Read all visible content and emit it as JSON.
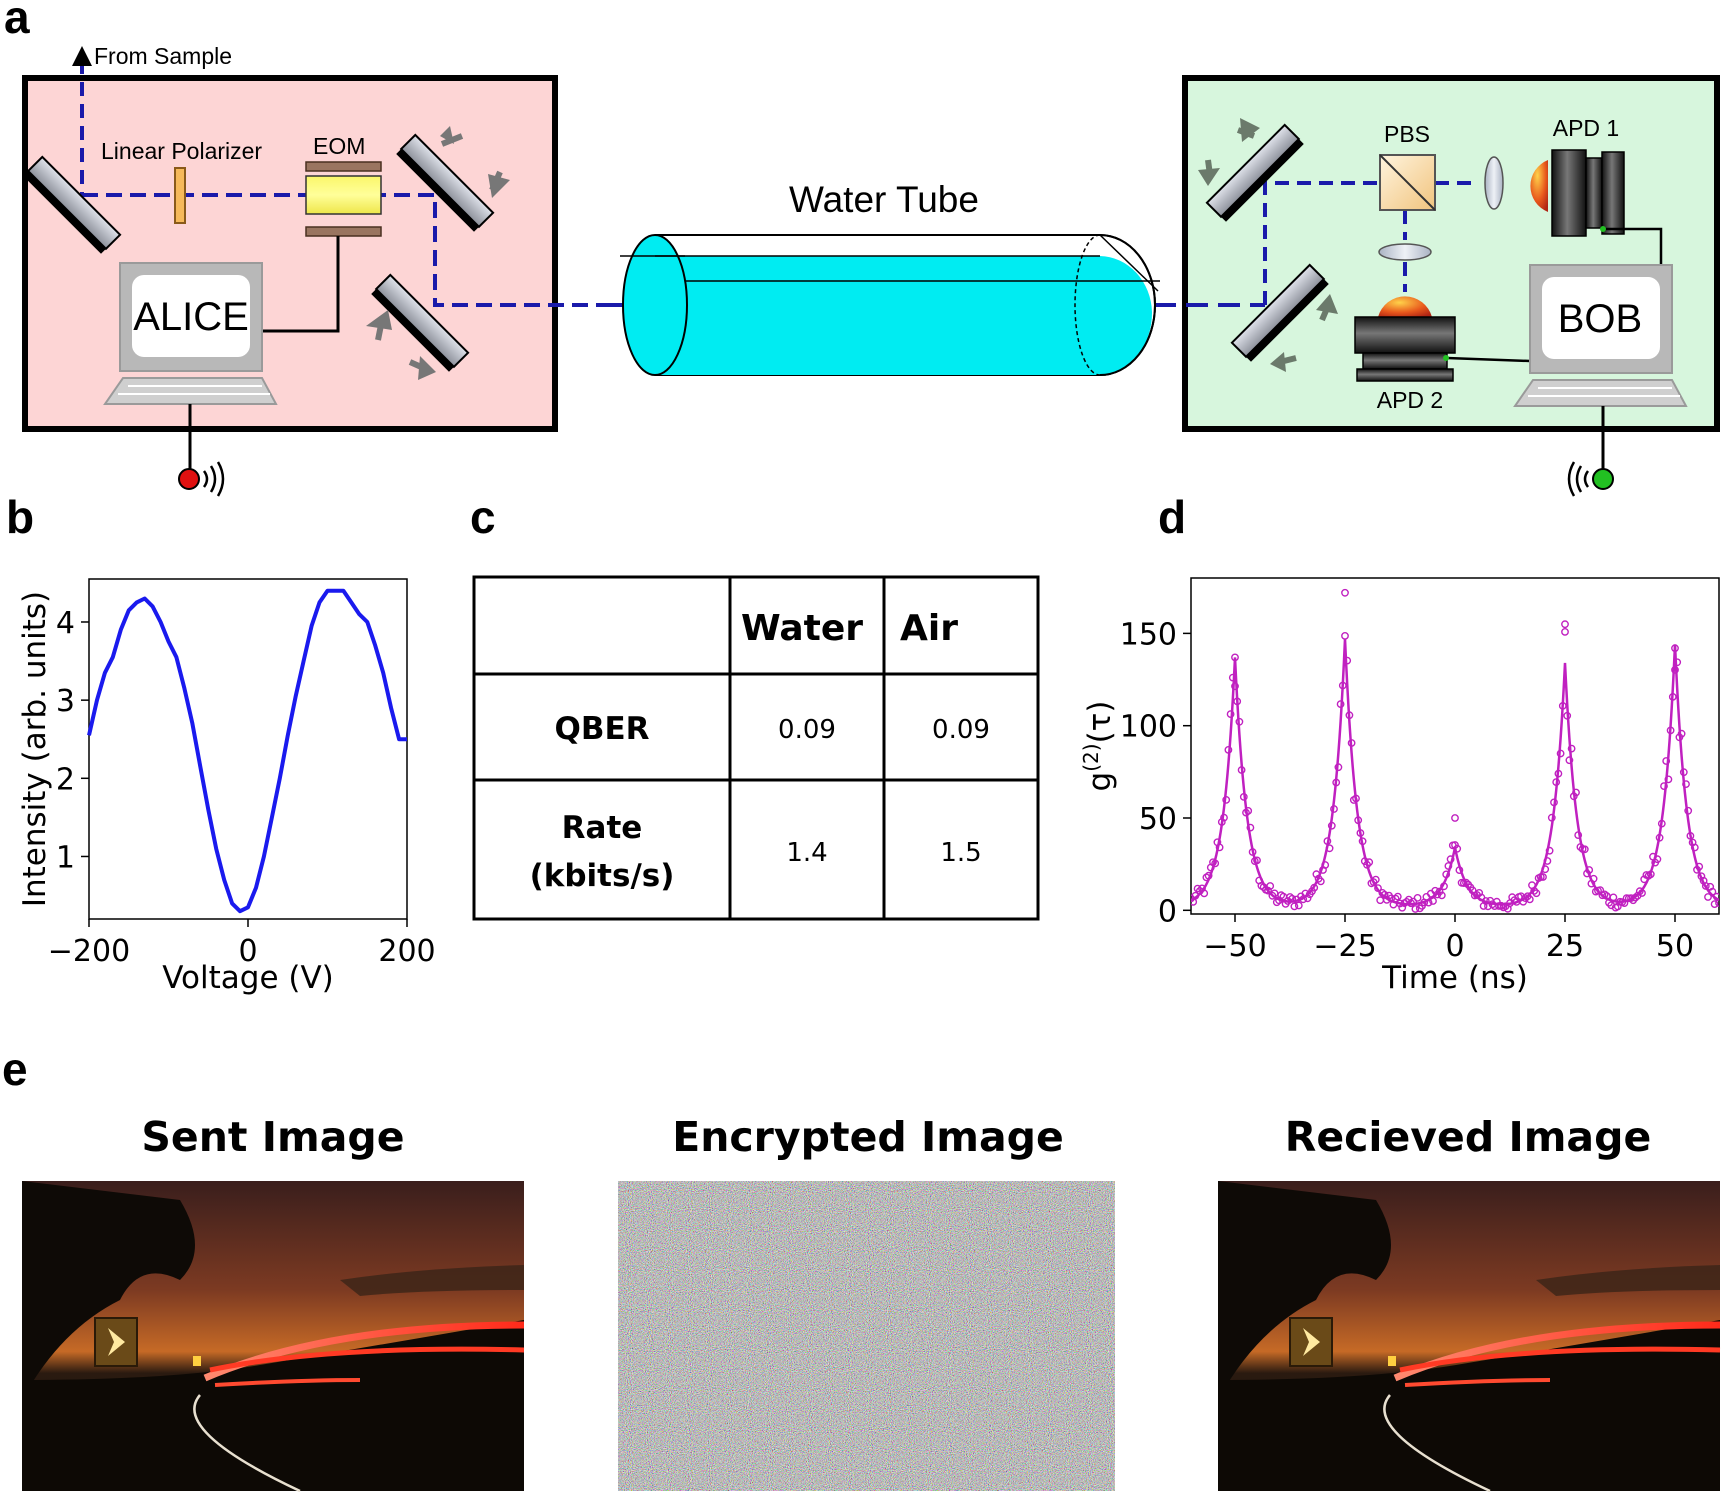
{
  "panels": {
    "a": "a",
    "b": "b",
    "c": "c",
    "d": "d",
    "e": "e"
  },
  "setup": {
    "from_sample": "From Sample",
    "linear_polarizer": "Linear Polarizer",
    "eom": "EOM",
    "alice": "ALICE",
    "water_tube": "Water Tube",
    "pbs": "PBS",
    "apd1": "APD 1",
    "apd2": "APD 2",
    "bob": "BOB",
    "colors": {
      "alice_box": "#fdd5d5",
      "bob_box": "#d7f6dd",
      "beam": "#1a1aaa",
      "water": "#00ecf2",
      "sender_dot": "#e01010",
      "receiver_dot": "#22c022"
    }
  },
  "table": {
    "headers": [
      "",
      "Water",
      "Air"
    ],
    "rows": [
      {
        "label": [
          "QBER"
        ],
        "water": "0.09",
        "air": "0.09"
      },
      {
        "label": [
          "Rate",
          "(kbits/s)"
        ],
        "water": "1.4",
        "air": "1.5"
      }
    ]
  },
  "chart_data": [
    {
      "type": "line",
      "xlabel": "Voltage (V)",
      "ylabel": "Intensity (arb. units)",
      "xlim": [
        -200,
        200
      ],
      "ylim": [
        0.2,
        4.55
      ],
      "xticks": [
        -200,
        0,
        200
      ],
      "xtick_labels": [
        "−200",
        "0",
        "200"
      ],
      "yticks": [
        1,
        2,
        3,
        4
      ],
      "ytick_labels": [
        "1",
        "2",
        "3",
        "4"
      ],
      "color": "#1a1aee",
      "x": [
        -200,
        -190,
        -180,
        -170,
        -160,
        -150,
        -140,
        -130,
        -120,
        -110,
        -100,
        -90,
        -80,
        -70,
        -60,
        -50,
        -40,
        -30,
        -20,
        -10,
        0,
        10,
        20,
        30,
        40,
        50,
        60,
        70,
        80,
        90,
        100,
        110,
        120,
        130,
        140,
        150,
        160,
        170,
        180,
        190,
        200
      ],
      "y": [
        2.55,
        3.0,
        3.35,
        3.55,
        3.9,
        4.15,
        4.25,
        4.3,
        4.2,
        4.0,
        3.75,
        3.55,
        3.15,
        2.7,
        2.15,
        1.6,
        1.1,
        0.7,
        0.4,
        0.3,
        0.35,
        0.6,
        1.0,
        1.5,
        2.0,
        2.55,
        3.05,
        3.5,
        3.95,
        4.25,
        4.4,
        4.4,
        4.4,
        4.25,
        4.1,
        4.0,
        3.7,
        3.35,
        2.9,
        2.5,
        2.5
      ]
    },
    {
      "type": "scatter",
      "xlabel": "Time (ns)",
      "ylabel": "g(2)(τ)",
      "ylabel_parts": {
        "g": "g",
        "sup": "(2)",
        "tau": "(τ)"
      },
      "xlim": [
        -60,
        60
      ],
      "ylim": [
        -2,
        180
      ],
      "xticks": [
        -50,
        -25,
        0,
        25,
        50
      ],
      "xtick_labels": [
        "−50",
        "−25",
        "0",
        "25",
        "50"
      ],
      "yticks": [
        0,
        50,
        100,
        150
      ],
      "ytick_labels": [
        "0",
        "50",
        "100",
        "150"
      ],
      "color": "#c020c0",
      "peaks": [
        {
          "center": -50,
          "fit_height": 135,
          "max_point": 137
        },
        {
          "center": -25,
          "fit_height": 145,
          "max_point": 172
        },
        {
          "center": 0,
          "fit_height": 32,
          "max_point": 50
        },
        {
          "center": 25,
          "fit_height": 132,
          "max_point": 155
        },
        {
          "center": 50,
          "fit_height": 142,
          "max_point": 142
        }
      ],
      "peak_width_ns": 2.7
    }
  ],
  "images": {
    "sent": "Sent Image",
    "encrypted": "Encrypted Image",
    "received": "Recieved Image"
  }
}
